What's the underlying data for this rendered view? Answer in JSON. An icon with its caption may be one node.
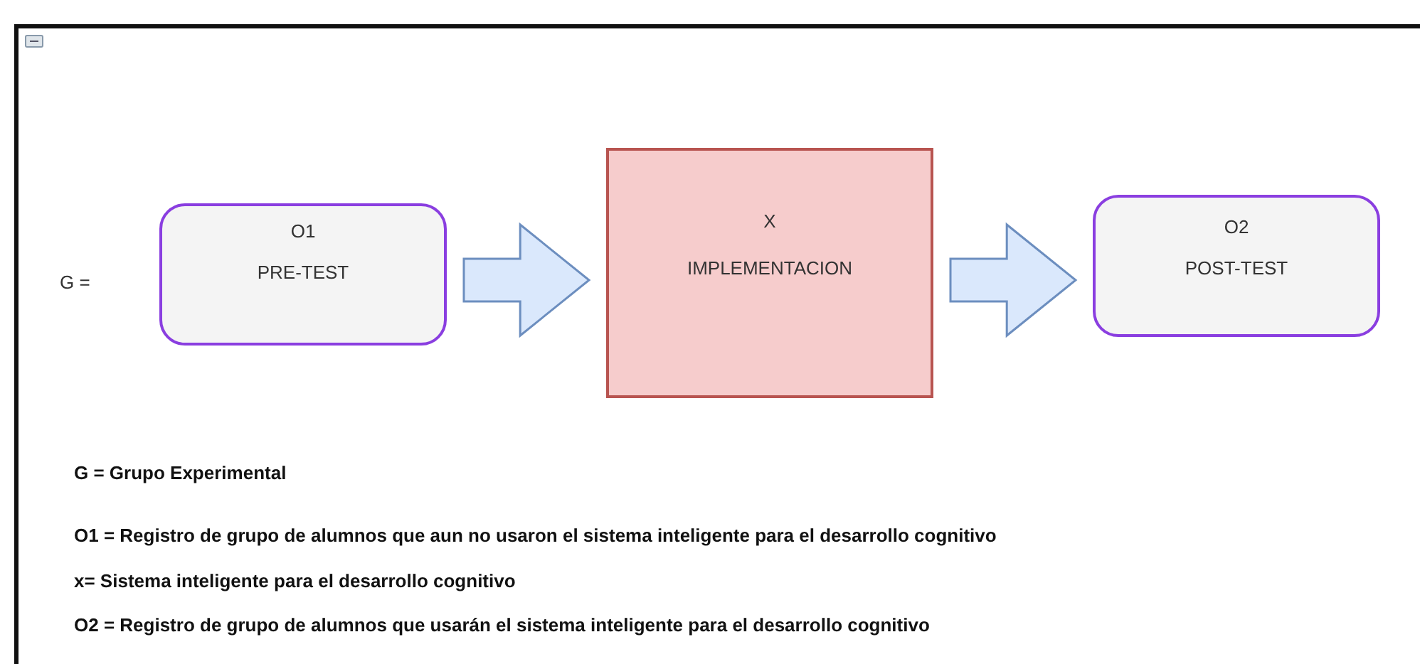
{
  "diagram": {
    "nodes": [
      {
        "text": [
          "O1",
          "PRE-TEST"
        ]
      },
      {
        "text": [
          "X",
          "IMPLEMENTACION"
        ]
      },
      {
        "text": [
          "O2",
          "POST-TEST"
        ]
      }
    ],
    "edges": [
      {
        "from": 0,
        "to": 1,
        "arrow": "to"
      },
      {
        "from": 1,
        "to": 2,
        "arrow": "to"
      }
    ],
    "labels": [
      "G =",
      "G = Grupo Experimental",
      "O1 = Registro de grupo de alumnos que aun no usaron el sistema inteligente para el desarrollo cognitivo",
      "x= Sistema inteligente para el desarrollo cognitivo",
      "O2  = Registro de grupo de alumnos que usarán el sistema inteligente para el desarrollo cognitivo"
    ]
  }
}
